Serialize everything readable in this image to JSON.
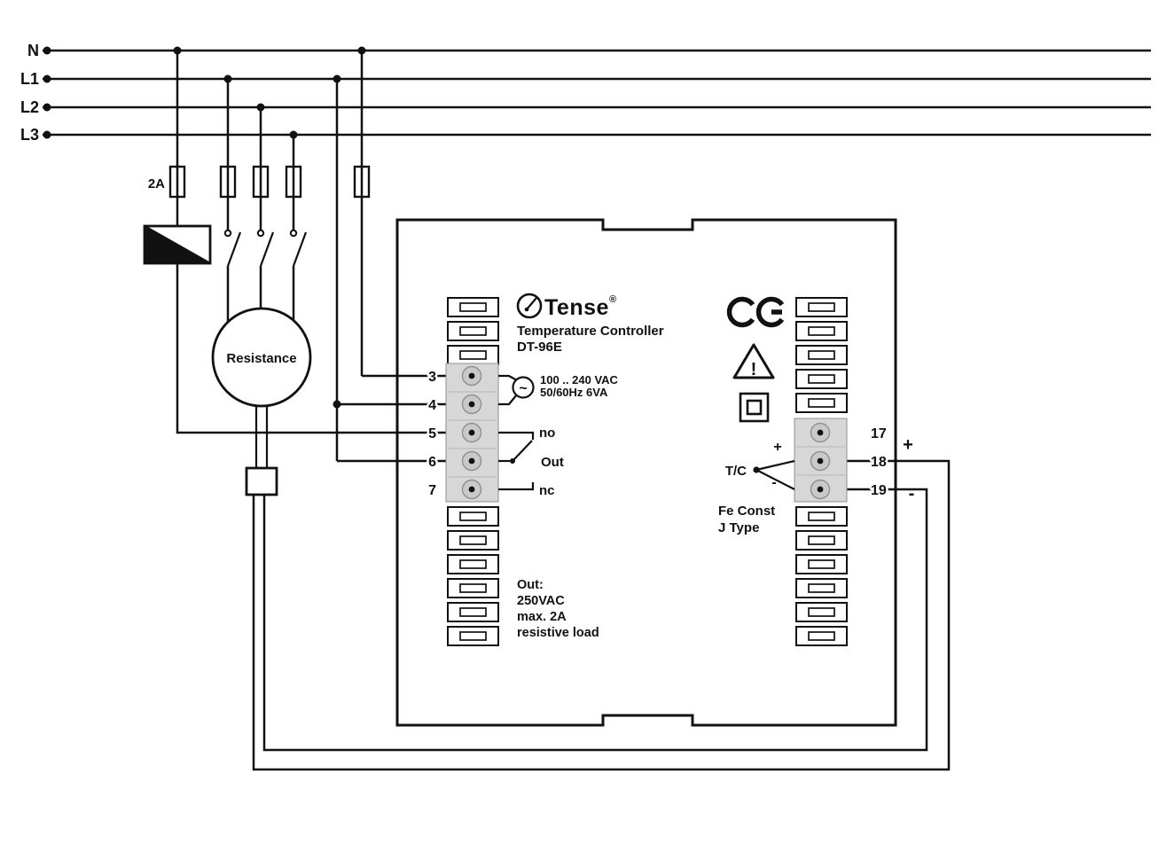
{
  "power_bus": {
    "labels": [
      "N",
      "L1",
      "L2",
      "L3"
    ]
  },
  "fuse": {
    "rating": "2A"
  },
  "load": {
    "label": "Resistance"
  },
  "device": {
    "brand": "Tense",
    "registered_mark": "®",
    "name": "Temperature Controller",
    "model": "DT-96E",
    "supply": {
      "symbol": "~",
      "line1": "100 .. 240 VAC",
      "line2": "50/60Hz 6VA"
    },
    "relay": {
      "no": "no",
      "out": "Out",
      "nc": "nc"
    },
    "output_spec": {
      "line1": "Out:",
      "line2": "250VAC",
      "line3": "max. 2A",
      "line4": "resistive load"
    },
    "sensor": {
      "label": "T/C",
      "plus": "+",
      "minus": "-",
      "type_line1": "Fe Const",
      "type_line2": "J Type"
    },
    "warning_glyph": "!"
  },
  "terminals": {
    "left": [
      "3",
      "4",
      "5",
      "6",
      "7"
    ],
    "right": [
      "17",
      "18",
      "19"
    ]
  },
  "probe_wiring": {
    "plus": "+",
    "minus": "-"
  },
  "icons": {
    "brand_logo": "gauge-icon",
    "ce": "ce-mark-icon",
    "warning": "warning-triangle-icon",
    "insulation": "class-ii-double-square-icon",
    "ac": "ac-supply-icon",
    "fuse": "fuse-icon",
    "contactor": "contactor-coil-icon",
    "thermocouple": "thermocouple-icon"
  }
}
